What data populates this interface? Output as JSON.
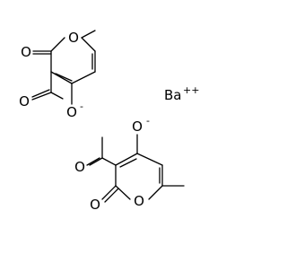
{
  "figure": {
    "background": "#ffffff",
    "stroke_color": "#000000",
    "molecule_top": {
      "ring_oxygen": "O",
      "carbonyl_oxygen": "O",
      "acetyl_oxygen": "O",
      "oxide": "O",
      "oxide_charge": "-"
    },
    "molecule_bottom": {
      "ring_oxygen": "O",
      "carbonyl_oxygen": "O",
      "acetyl_oxygen": "O",
      "oxide": "O",
      "oxide_charge": "-"
    },
    "counter_ion": {
      "symbol": "Ba",
      "charge": "++"
    }
  }
}
